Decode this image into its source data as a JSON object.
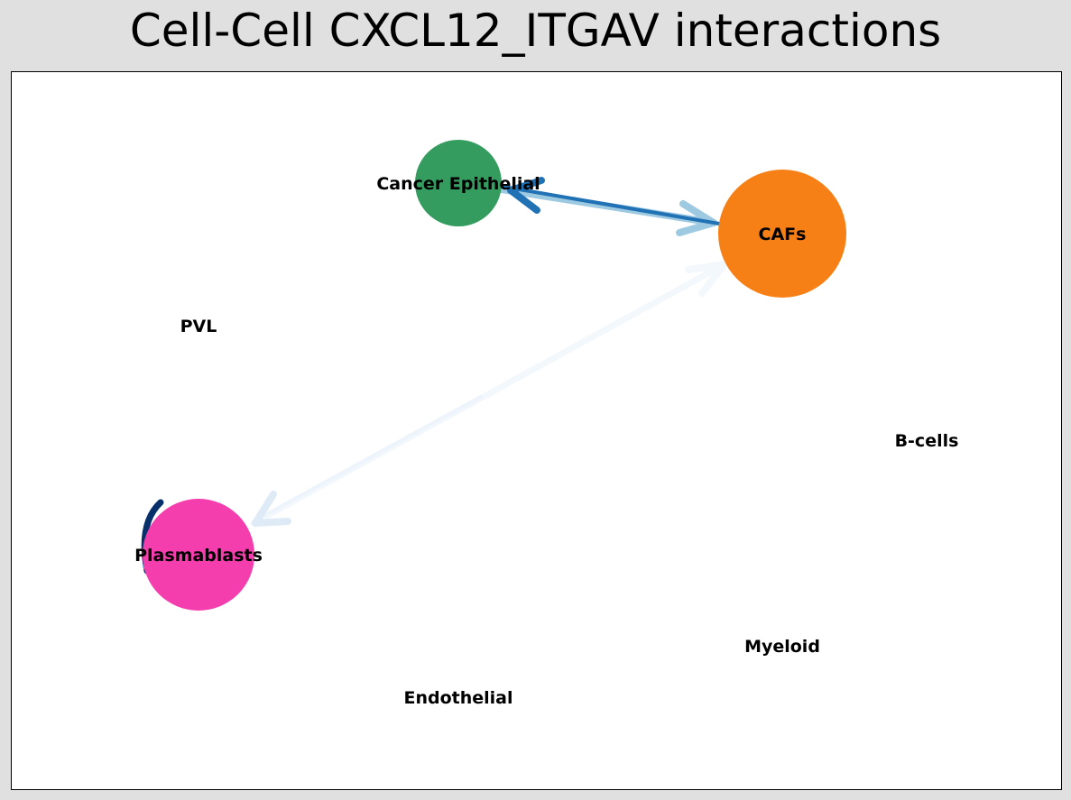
{
  "title": "Cell-Cell CXCL12_ITGAV interactions",
  "nodes": [
    {
      "id": "cancer-epithelial",
      "label": "Cancer Epithelial",
      "color": "#339c5e",
      "radius": 48
    },
    {
      "id": "cafs",
      "label": "CAFs",
      "color": "#f78016",
      "radius": 71
    },
    {
      "id": "pvl",
      "label": "PVL",
      "color": "#ffffff",
      "radius": 0
    },
    {
      "id": "b-cells",
      "label": "B-cells",
      "color": "#ffffff",
      "radius": 0
    },
    {
      "id": "plasmablasts",
      "label": "Plasmablasts",
      "color": "#f43ead",
      "radius": 62
    },
    {
      "id": "myeloid",
      "label": "Myeloid",
      "color": "#ffffff",
      "radius": 0
    },
    {
      "id": "endothelial",
      "label": "Endothelial",
      "color": "#ffffff",
      "radius": 0
    }
  ],
  "edges": [
    {
      "from": "cancer-epithelial",
      "to": "cafs",
      "color": "#9ecae1"
    },
    {
      "from": "cafs",
      "to": "cancer-epithelial",
      "color": "#2171b5"
    },
    {
      "from": "plasmablasts",
      "to": "cafs",
      "color": "#f3f8fd"
    },
    {
      "from": "cafs",
      "to": "plasmablasts",
      "color": "#deebf7"
    },
    {
      "from": "plasmablasts",
      "to": "plasmablasts",
      "color": "#08306b"
    }
  ]
}
